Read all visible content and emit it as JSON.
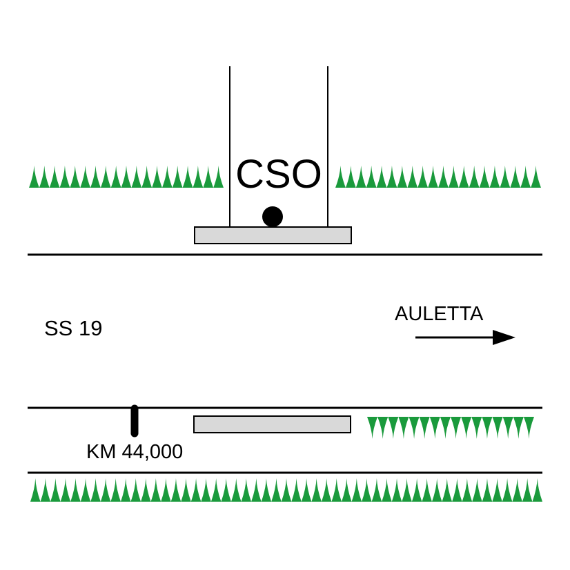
{
  "labels": {
    "site": "CSO",
    "road": "SS 19",
    "direction": "AULETTA",
    "kilometer": "KM 44,000"
  },
  "colors": {
    "vegetation": "#1a9a3c",
    "platform_fill": "#d9d9d9",
    "line": "#000000"
  },
  "icons": [
    "vegetation-symbol",
    "station-marker",
    "direction-arrow",
    "kilometer-post"
  ]
}
